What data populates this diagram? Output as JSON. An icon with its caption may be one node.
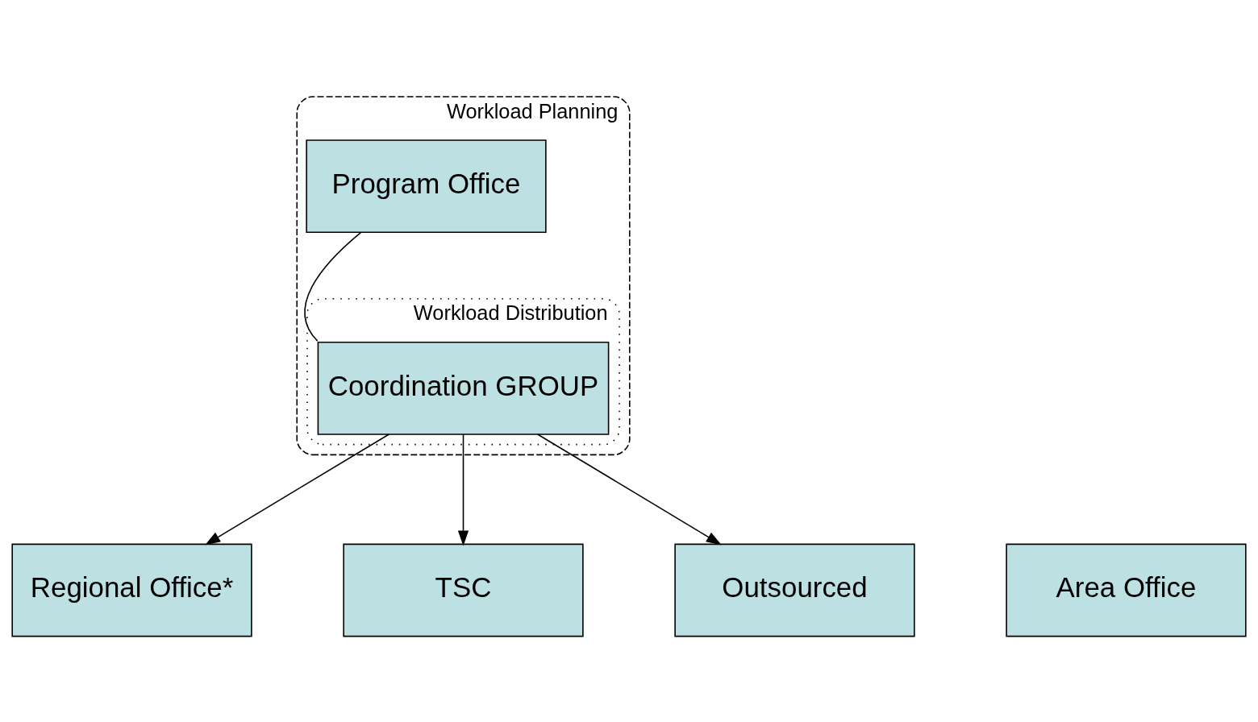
{
  "diagram": {
    "nodes": [
      {
        "text": [
          "Workload Planning"
        ]
      },
      {
        "text": [
          "Program Office"
        ],
        "in": 0
      },
      {
        "text": [
          "Workload Distribution"
        ],
        "in": 0
      },
      {
        "text": [
          "Coordination GROUP"
        ],
        "in": 2
      },
      {
        "text": [
          "Area Office"
        ]
      },
      {
        "text": [
          "Regional Office*"
        ]
      },
      {
        "text": [
          "TSC"
        ]
      },
      {
        "text": [
          "Outsourced"
        ]
      }
    ],
    "edges": [
      {
        "from": 1,
        "to": 3,
        "arrow": "none"
      },
      {
        "from": 3,
        "to": 5,
        "arrow": "to"
      },
      {
        "from": 3,
        "to": 6,
        "arrow": "to"
      },
      {
        "from": 3,
        "to": 7,
        "arrow": "to"
      }
    ]
  }
}
